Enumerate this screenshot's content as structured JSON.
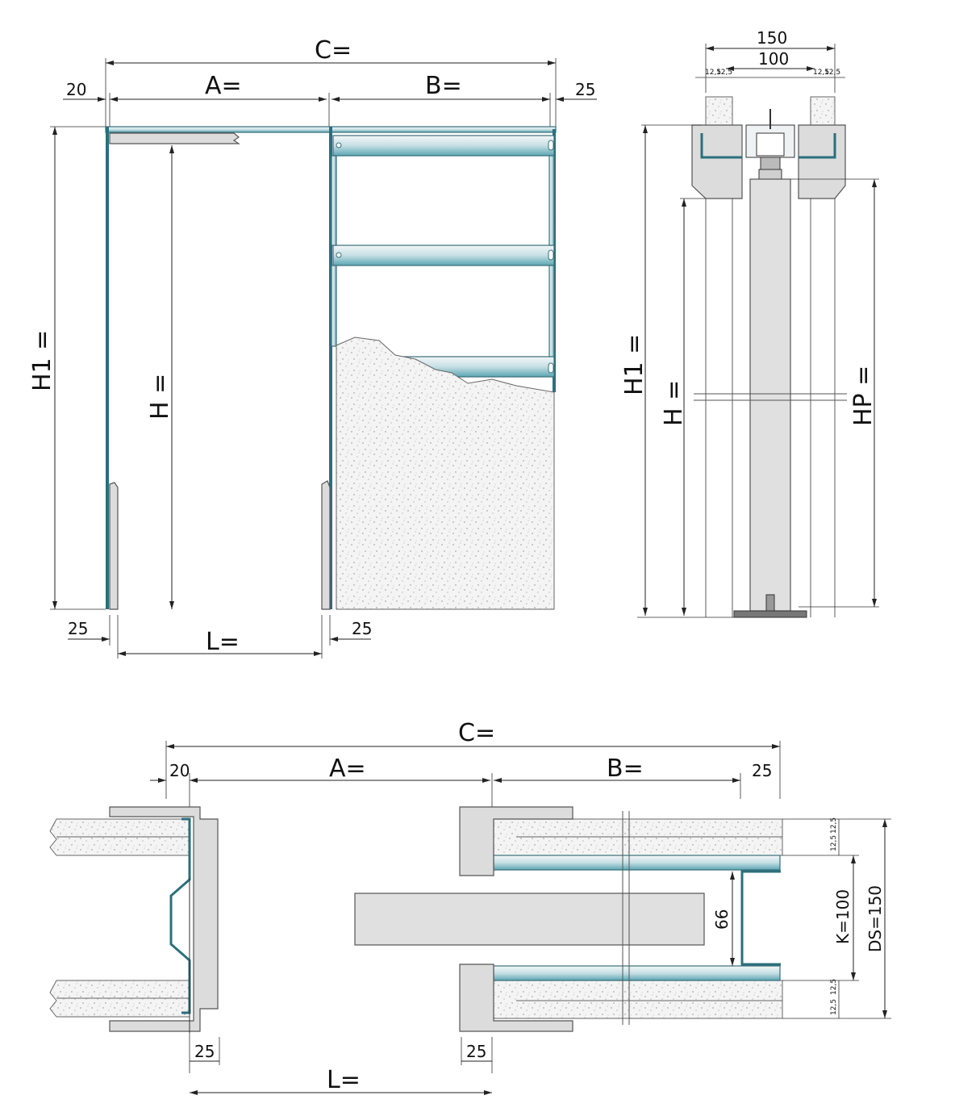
{
  "front_view": {
    "c_label": "C=",
    "a_label": "A=",
    "b_label": "B=",
    "left_offset": "20",
    "right_offset": "25",
    "h1_label": "H1 =",
    "h_label": "H =",
    "l_label": "L=",
    "bottom_left_offset": "25",
    "bottom_right_offset": "25"
  },
  "section_view": {
    "width_outer": "150",
    "width_inner": "100",
    "small_left": "12,5",
    "small_left2": "12,5",
    "small_right": "12,5",
    "small_right2": "12,5",
    "h1_label": "H1 =",
    "h_label": "H =",
    "hp_label": "HP ="
  },
  "plan_view": {
    "c_label": "C=",
    "a_label": "A=",
    "b_label": "B=",
    "left_offset": "20",
    "right_offset": "25",
    "l_label": "L=",
    "bottom_left_offset": "25",
    "bottom_right_offset": "25",
    "dim_66": "66",
    "k_label": "K=100",
    "ds_label": "DS=150",
    "small_1": "12,5",
    "small_2": "12,5",
    "small_3": "12,5",
    "small_4": "12,5"
  },
  "colors": {
    "frame": "#2b6f7d",
    "steel_light": "#e8f1f3",
    "steel_dark": "#5aa6b3",
    "wood": "#dcdcdc",
    "board": "#f2f2f2"
  }
}
